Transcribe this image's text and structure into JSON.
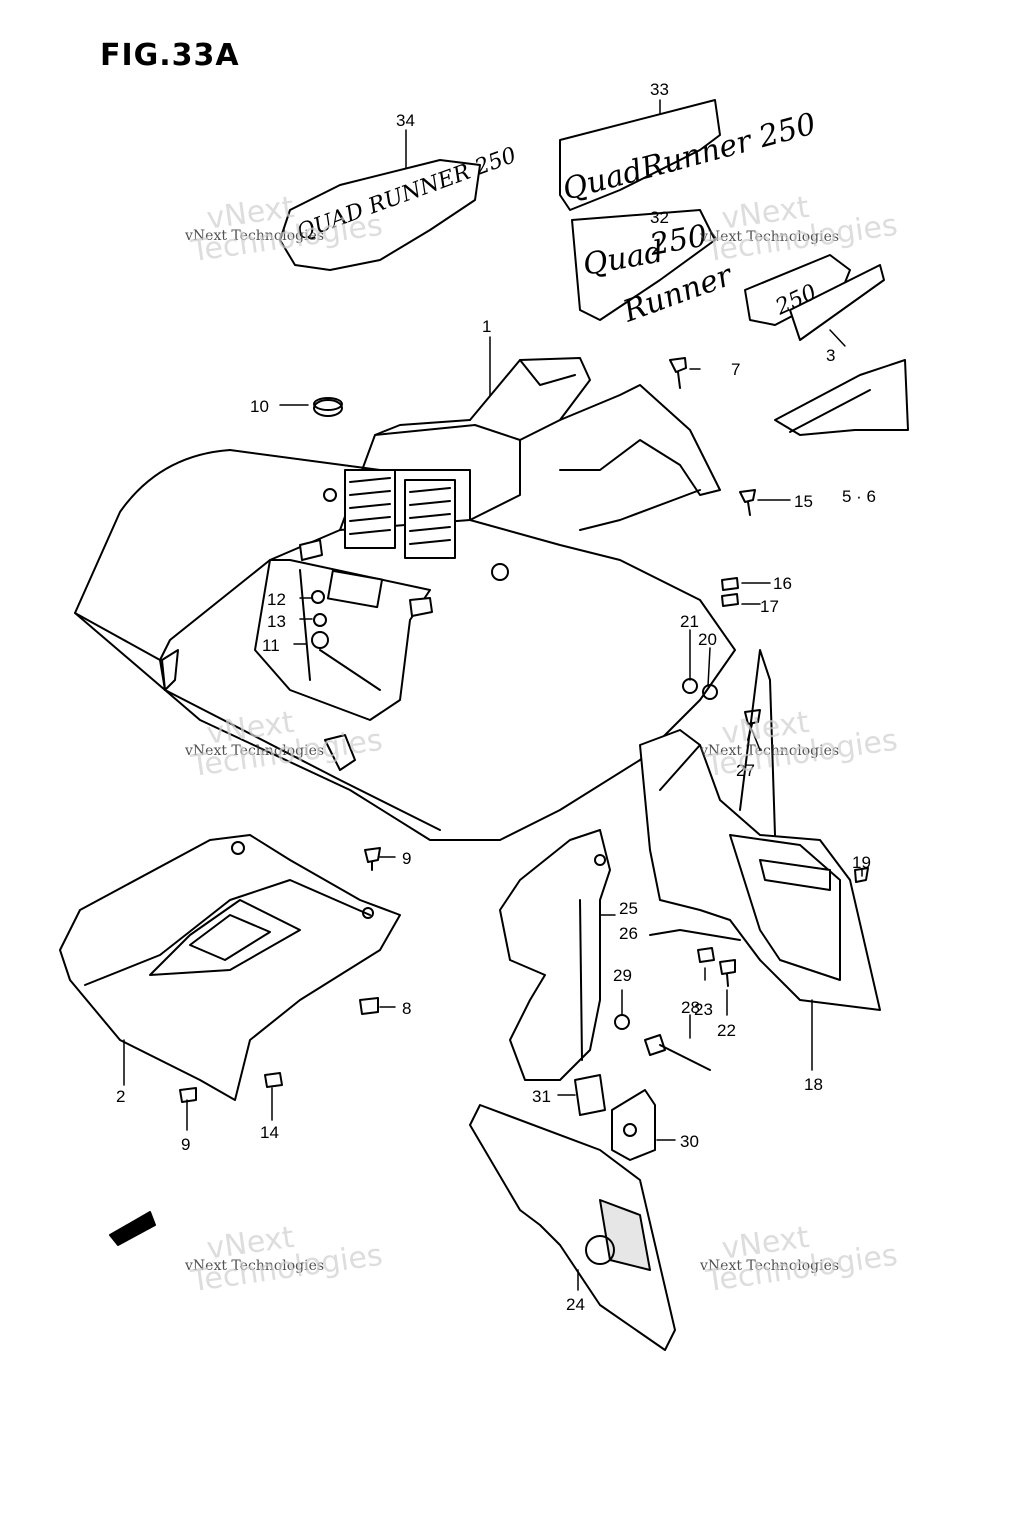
{
  "figure": {
    "title": "FIG.33A"
  },
  "callouts": {
    "p1": "1",
    "p2": "2",
    "p3": "3",
    "p5_6": "5 · 6",
    "p7": "7",
    "p8": "8",
    "p9a": "9",
    "p9b": "9",
    "p10": "10",
    "p11": "11",
    "p12": "12",
    "p13": "13",
    "p14": "14",
    "p15": "15",
    "p16": "16",
    "p17": "17",
    "p18": "18",
    "p19": "19",
    "p20": "20",
    "p21": "21",
    "p22": "22",
    "p23": "23",
    "p24": "24",
    "p25": "25",
    "p26": "26",
    "p27": "27",
    "p28": "28",
    "p29": "29",
    "p30": "30",
    "p31": "31",
    "p32": "32",
    "p33": "33",
    "p34": "34"
  },
  "decals": {
    "quadrunner_250_a": "QuadRunner 250",
    "quad_250_runner_words": [
      "Quad",
      "250",
      "Runner"
    ],
    "quad_runner_250_b": "QUAD RUNNER 250",
    "small_250": "250"
  },
  "watermark": {
    "small_text": "vNext Technologies",
    "big_line1": "vNext",
    "big_line2": "Technologies"
  }
}
